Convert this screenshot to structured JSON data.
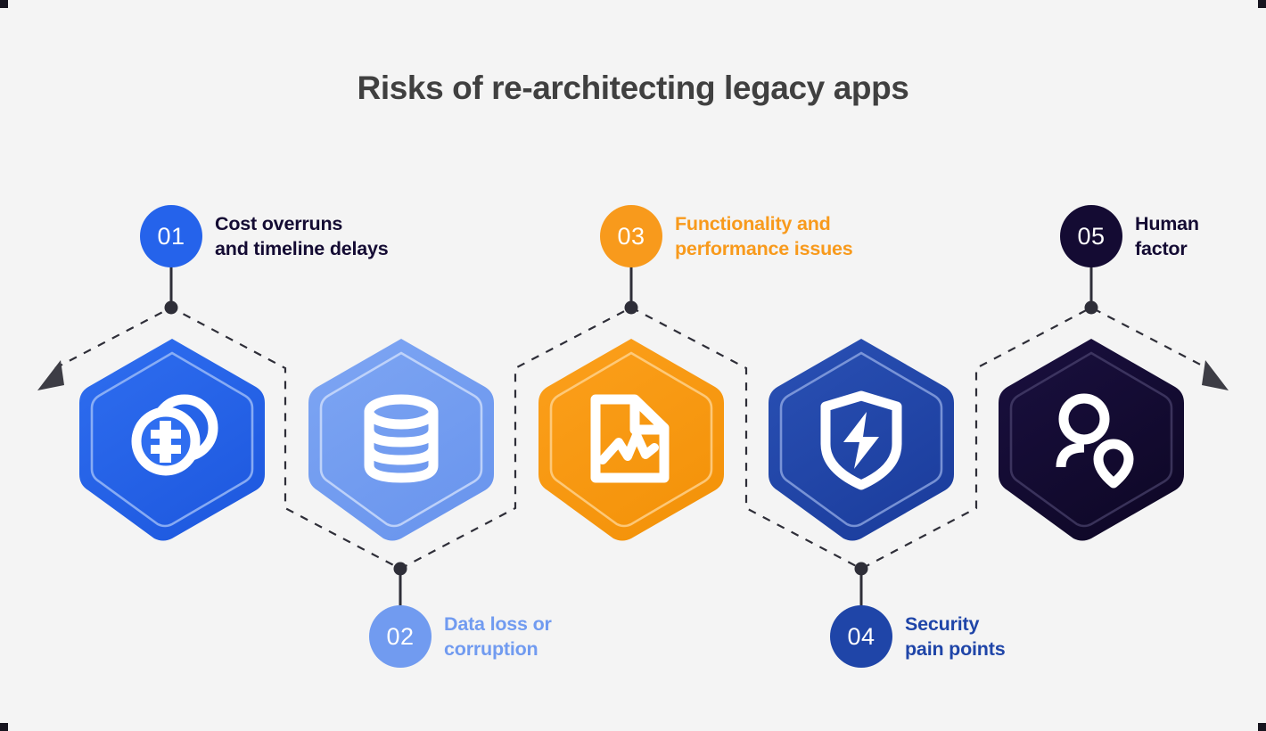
{
  "page": {
    "title": "Risks of re-architecting legacy apps",
    "background_color": "#f4f4f4",
    "title_color": "#404040"
  },
  "palette": {
    "blue": "#2563eb",
    "light_blue": "#719bf0",
    "orange": "#f89a1c",
    "dark_blue": "#1f45a8",
    "navy": "#140b33",
    "connector": "#2e2e38",
    "icon": "#ffffff"
  },
  "steps": [
    {
      "number": "01",
      "label": "Cost overruns\nand timeline delays",
      "color": "#2563eb",
      "text_color": "#140b33",
      "icon": "coins-dollar-icon",
      "position": "top"
    },
    {
      "number": "02",
      "label": "Data loss or\ncorruption",
      "color": "#719bf0",
      "text_color": "#719bf0",
      "icon": "database-icon",
      "position": "bottom"
    },
    {
      "number": "03",
      "label": "Functionality and\nperformance issues",
      "color": "#f89a1c",
      "text_color": "#f89a1c",
      "icon": "document-chart-icon",
      "position": "top"
    },
    {
      "number": "04",
      "label": "Security\npain points",
      "color": "#1f45a8",
      "text_color": "#1f45a8",
      "icon": "shield-bolt-icon",
      "position": "bottom"
    },
    {
      "number": "05",
      "label": "Human\nfactor",
      "color": "#140b33",
      "text_color": "#140b33",
      "icon": "user-location-icon",
      "position": "top"
    }
  ]
}
